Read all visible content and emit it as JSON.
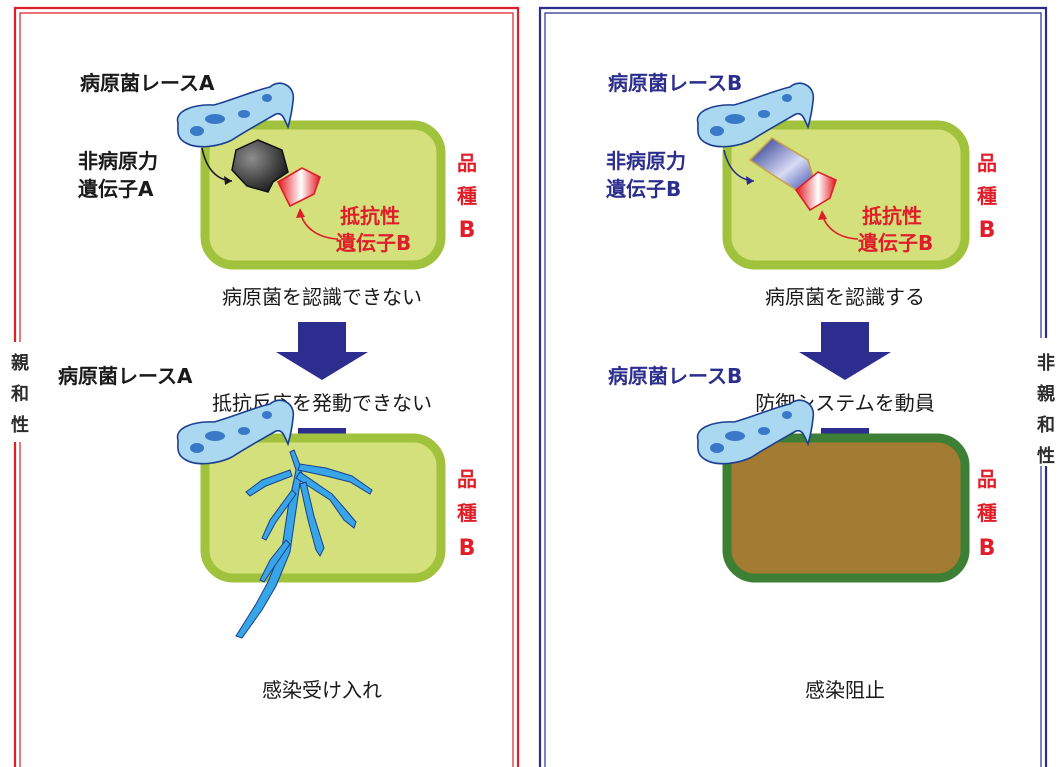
{
  "colors": {
    "red": "#e01e2a",
    "blue": "#2b2e8c",
    "cell_light_fill": "#d3e07c",
    "cell_light_border": "#a1c23c",
    "cell_dead_fill": "#a47b32",
    "cell_dead_border": "#3d7f34",
    "arrow": "#2d2d8f",
    "pathogen": "#a9d8f0"
  },
  "left": {
    "side_label": [
      "親",
      "和",
      "性"
    ],
    "race_label_top": "病原菌レースA",
    "avirulence_gene": [
      "非病原力",
      "遺伝子A"
    ],
    "resistance_gene": [
      "抵抗性",
      "遺伝子B"
    ],
    "variety_top": [
      "品",
      "種",
      "B"
    ],
    "step1": "病原菌を認識できない",
    "step2": "抵抗反応を発動できない",
    "race_label_bottom": "病原菌レースA",
    "variety_bottom": [
      "品",
      "種",
      "B"
    ],
    "result": "感染受け入れ"
  },
  "right": {
    "side_label": [
      "非",
      "親",
      "和",
      "性"
    ],
    "race_label_top": "病原菌レースB",
    "avirulence_gene": [
      "非病原力",
      "遺伝子B"
    ],
    "resistance_gene": [
      "抵抗性",
      "遺伝子B"
    ],
    "variety_top": [
      "品",
      "種",
      "B"
    ],
    "step1": "病原菌を認識する",
    "step2": "防御システムを動員",
    "race_label_bottom": "病原菌レースB",
    "variety_bottom": [
      "品",
      "種",
      "B"
    ],
    "result": "感染阻止"
  }
}
